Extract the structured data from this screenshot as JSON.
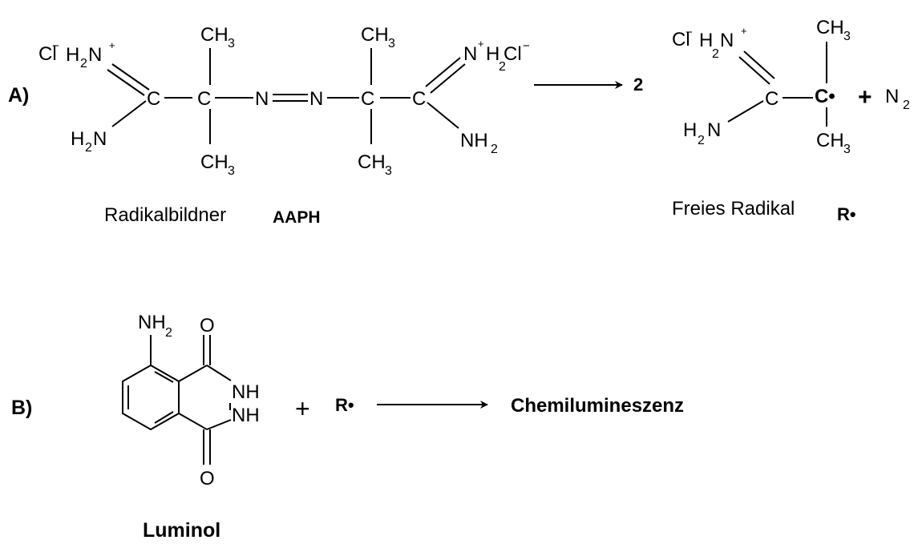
{
  "reaction_a": {
    "label": "A)",
    "coefficient": "2",
    "plus": "+",
    "aaph": {
      "cl_left": "Cl",
      "minus_left": "−",
      "h2n_top": "H",
      "h2n_sub": "2",
      "h2n_n": "N",
      "plus_charge_left": "+",
      "c1": "C",
      "c2": "C",
      "c3": "C",
      "c4": "C",
      "ch3_top_left": "CH",
      "ch3_bottom_left": "CH",
      "ch3_top_right": "CH",
      "ch3_bottom_right": "CH",
      "sub3": "3",
      "n_azo_1": "N",
      "n_azo_2": "N",
      "h2n_bottom_h": "H",
      "h2n_bottom_sub": "2",
      "h2n_bottom_n": "N",
      "nh2_right_n": "N",
      "nh2_right_plus": "+",
      "nh2_right_h": "H",
      "nh2_right_sub": "2",
      "cl_right": "Cl",
      "minus_right": "−",
      "nh2_bottom_right": "NH",
      "nh2_bottom_right_sub": "2",
      "caption": "Radikalbildner",
      "name": "AAPH"
    },
    "radical": {
      "cl": "Cl",
      "minus": "−",
      "h": "H",
      "h_sub": "2",
      "n": "N",
      "plus_charge": "+",
      "c": "C",
      "c_radical": "C•",
      "ch3_top": "CH",
      "ch3_bottom": "CH",
      "sub3": "3",
      "h2n_h": "H",
      "h2n_sub": "2",
      "h2n_n": "N",
      "n2": "N",
      "n2_sub": "2",
      "caption": "Freies Radikal",
      "symbol": "R•"
    }
  },
  "reaction_b": {
    "label": "B)",
    "plus": "+",
    "reactant": "R•",
    "product": "Chemilumineszenz",
    "luminol": {
      "nh2": "NH",
      "nh2_sub": "2",
      "o_top": "O",
      "o_bottom": "O",
      "nh_top": "NH",
      "nh_bottom": "NH",
      "name": "Luminol"
    }
  }
}
